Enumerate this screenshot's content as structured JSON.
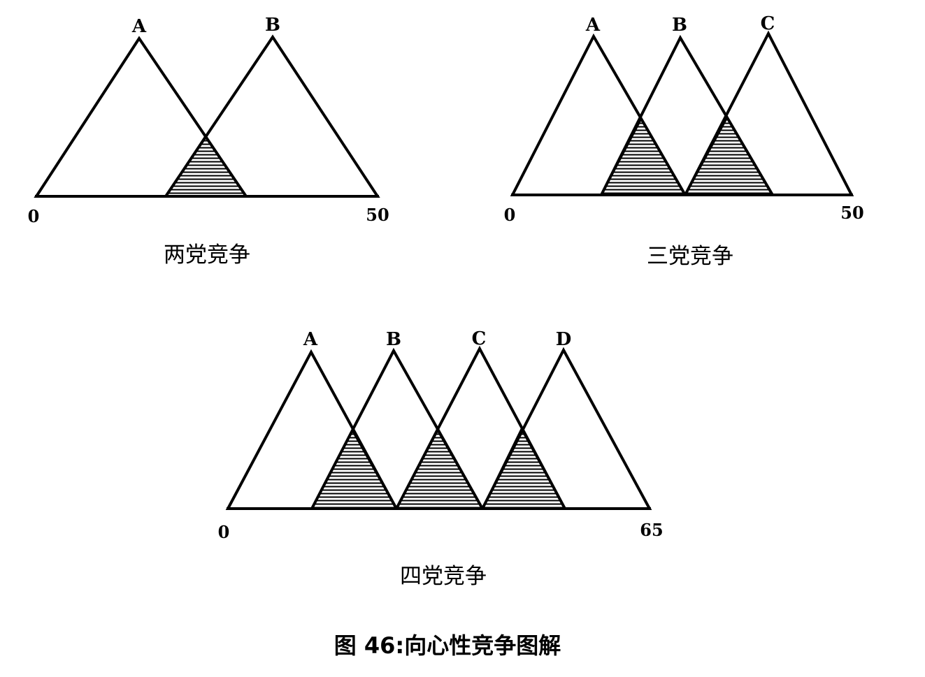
{
  "figure_caption": "图 46:向心性竞争图解",
  "panels": [
    {
      "name": "two-party",
      "caption": "两党竞争",
      "axis_min": "0",
      "axis_max": "50",
      "parties": [
        "A",
        "B"
      ]
    },
    {
      "name": "three-party",
      "caption": "三党竞争",
      "axis_min": "0",
      "axis_max": "50",
      "parties": [
        "A",
        "B",
        "C"
      ]
    },
    {
      "name": "four-party",
      "caption": "四党竞争",
      "axis_min": "0",
      "axis_max": "65",
      "parties": [
        "A",
        "B",
        "C",
        "D"
      ]
    }
  ],
  "colors": {
    "ink": "#000000",
    "background": "#ffffff"
  }
}
